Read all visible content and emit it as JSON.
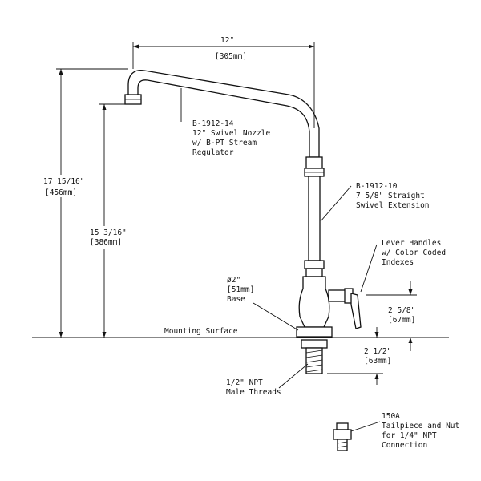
{
  "dimensions": {
    "width_in": "12\"",
    "width_mm": "[305mm]",
    "total_height_in": "17 15/16\"",
    "total_height_mm": "[456mm]",
    "stem_height_in": "15 3/16\"",
    "stem_height_mm": "[386mm]",
    "base_dia_in": "ø2\"",
    "base_dia_mm": "[51mm]",
    "base_word": "Base",
    "handle_height_in": "2 5/8\"",
    "handle_height_mm": "[67mm]",
    "shank_in": "2 1/2\"",
    "shank_mm": "[63mm]"
  },
  "callouts": {
    "nozzle": [
      "B-1912-14",
      "12\" Swivel Nozzle",
      "w/ B-PT Stream",
      "Regulator"
    ],
    "extension": [
      "B-1912-10",
      "7 5/8\" Straight",
      "Swivel Extension"
    ],
    "handles": [
      "Lever Handles",
      "w/ Color Coded",
      "Indexes"
    ],
    "threads": [
      "1/2\" NPT",
      "Male Threads"
    ],
    "tailpiece": [
      "150A",
      "Tailpiece and Nut",
      "for 1/4\" NPT",
      "Connection"
    ]
  },
  "mounting_surface": "Mounting Surface"
}
